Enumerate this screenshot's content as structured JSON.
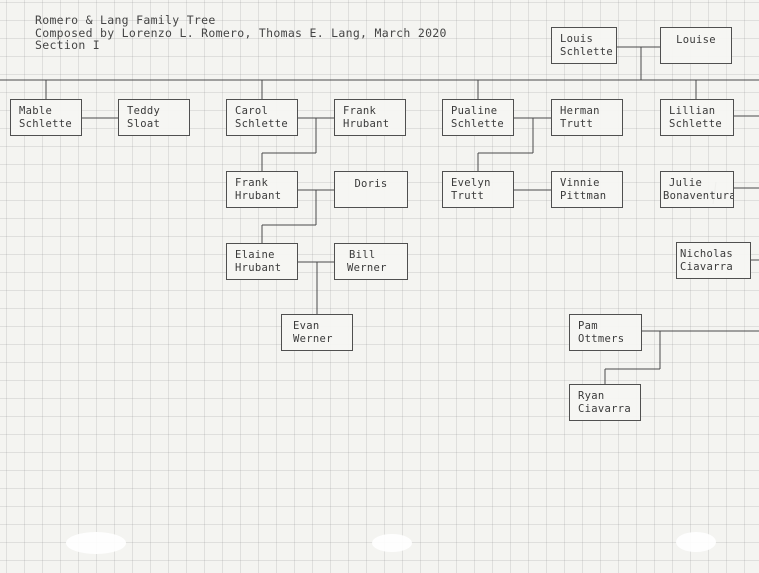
{
  "header": {
    "line1": "Romero & Lang Family Tree",
    "line2": "Composed by Lorenzo L. Romero, Thomas E. Lang, March 2020",
    "line3": "Section I"
  },
  "people": {
    "louis": [
      "Louis",
      "Schlette"
    ],
    "louise": [
      "Louise"
    ],
    "mable": [
      "Mable",
      "Schlette"
    ],
    "teddy": [
      "Teddy",
      "Sloat"
    ],
    "carol": [
      "Carol",
      "Schlette"
    ],
    "frank_sr": [
      "Frank",
      "Hrubant"
    ],
    "pualine": [
      "Pualine",
      "Schlette"
    ],
    "herman": [
      "Herman",
      "Trutt"
    ],
    "lillian": [
      "Lillian",
      "Schlette"
    ],
    "frank_jr": [
      "Frank",
      "Hrubant"
    ],
    "doris": [
      "Doris"
    ],
    "evelyn": [
      "Evelyn",
      "Trutt"
    ],
    "vinnie": [
      "Vinnie",
      "Pittman"
    ],
    "julie": [
      "Julie",
      "Bonaventura"
    ],
    "elaine": [
      "Elaine",
      "Hrubant"
    ],
    "bill": [
      "Bill",
      "Werner"
    ],
    "nicholas": [
      "Nicholas",
      "Ciavarra"
    ],
    "evan": [
      "Evan",
      "Werner"
    ],
    "pam": [
      "Pam",
      "Ottmers"
    ],
    "ryan": [
      "Ryan",
      "Ciavarra"
    ]
  }
}
